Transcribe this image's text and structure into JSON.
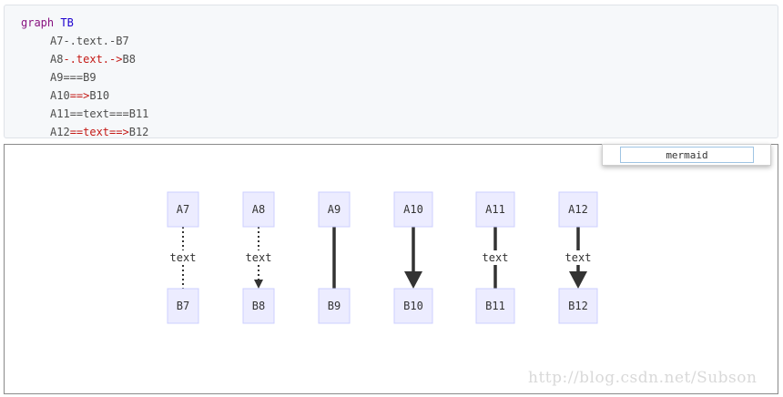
{
  "code": {
    "header": {
      "keyword": "graph",
      "direction": "TB"
    },
    "lines": [
      {
        "pre": "A7",
        "op": "-.text.-",
        "post": "B7"
      },
      {
        "pre": "A8",
        "op": "-.text.->",
        "post": "B8"
      },
      {
        "pre": "A9",
        "op": "===",
        "post": "B9"
      },
      {
        "pre": "A10",
        "op": "==>",
        "post": "B10"
      },
      {
        "pre": "A11",
        "op": "==text===",
        "post": "B11"
      },
      {
        "pre": "A12",
        "op": "==text==>",
        "post": "B12"
      }
    ]
  },
  "language_selector": {
    "value": "mermaid"
  },
  "diagram": {
    "node_fill": "#ececff",
    "node_stroke": "#cccfff",
    "edge_color": "#333333",
    "columns": [
      {
        "top": "A7",
        "bottom": "B7",
        "style": "dotted",
        "label": "text",
        "arrow": false
      },
      {
        "top": "A8",
        "bottom": "B8",
        "style": "dotted",
        "label": "text",
        "arrow": true
      },
      {
        "top": "A9",
        "bottom": "B9",
        "style": "thick",
        "label": "",
        "arrow": false
      },
      {
        "top": "A10",
        "bottom": "B10",
        "style": "thick",
        "label": "",
        "arrow": true
      },
      {
        "top": "A11",
        "bottom": "B11",
        "style": "thick",
        "label": "text",
        "arrow": false
      },
      {
        "top": "A12",
        "bottom": "B12",
        "style": "thick",
        "label": "text",
        "arrow": true
      }
    ]
  },
  "watermark": "http://blog.csdn.net/Subson"
}
